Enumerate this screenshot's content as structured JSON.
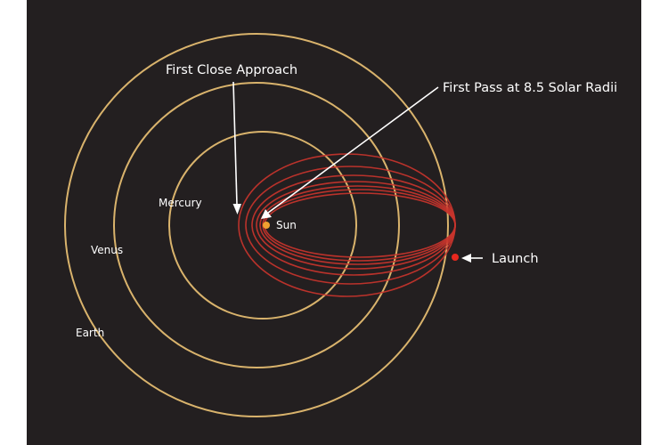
{
  "colors": {
    "background": "#231f20",
    "planet_orbit": "#d9b36c",
    "probe_orbit": "#c8342c",
    "sun": "#f0a030",
    "launch_point": "#e8281e",
    "arrow": "#ffffff",
    "text": "#ffffff"
  },
  "labels": {
    "earth": "Earth",
    "venus": "Venus",
    "mercury": "Mercury",
    "sun": "Sun",
    "first_close_approach": "First Close Approach",
    "first_pass": "First Pass at 8.5 Solar Radii",
    "launch": "Launch"
  },
  "icons": {
    "sun": "sun-dot",
    "launch": "launch-dot",
    "arrows": "arrow-pointer"
  },
  "probe_orbit_count": 7
}
